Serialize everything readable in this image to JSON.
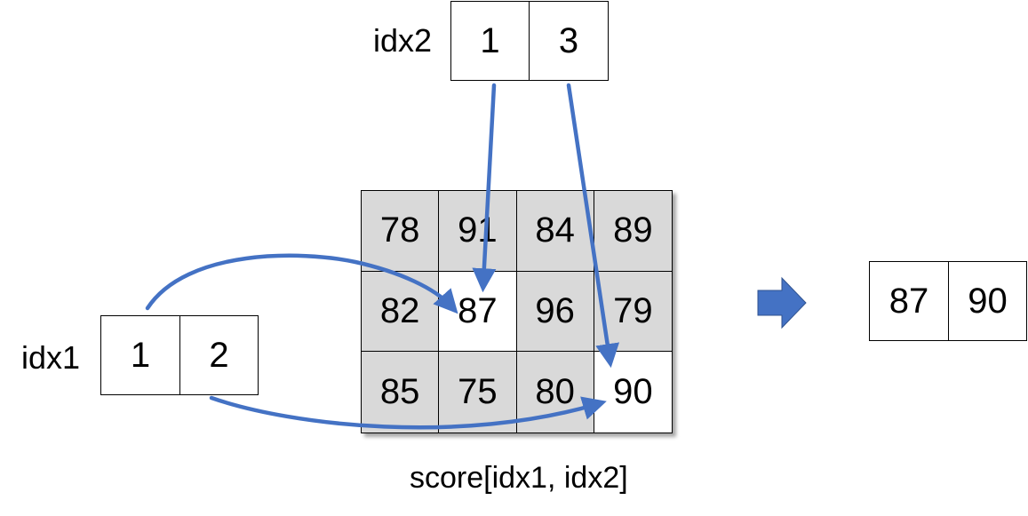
{
  "idx2": {
    "label": "idx2",
    "values": [
      "1",
      "3"
    ]
  },
  "idx1": {
    "label": "idx1",
    "values": [
      "1",
      "2"
    ]
  },
  "score": {
    "rows": [
      [
        "78",
        "91",
        "84",
        "89"
      ],
      [
        "82",
        "87",
        "96",
        "79"
      ],
      [
        "85",
        "75",
        "80",
        "90"
      ]
    ],
    "selected": [
      [
        1,
        1
      ],
      [
        2,
        3
      ]
    ],
    "caption": "score[idx1, idx2]",
    "cell_bg": "#d9d9d9",
    "selected_bg": "#ffffff"
  },
  "result": {
    "values": [
      "87",
      "90"
    ]
  },
  "colors": {
    "arrow": "#4472c4",
    "border": "#000000"
  }
}
